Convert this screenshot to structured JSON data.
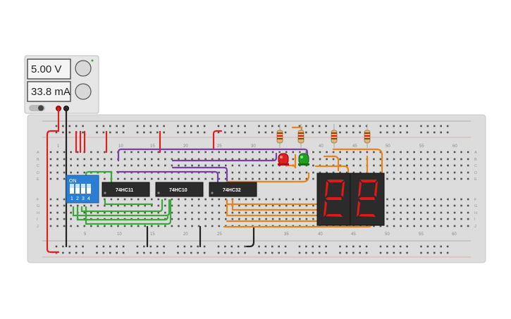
{
  "power_supply": {
    "voltage_display": "5.00 V",
    "current_display": "33.8 mA"
  },
  "chips": [
    {
      "label": "74HC11"
    },
    {
      "label": "74HC10"
    },
    {
      "label": "74HC32"
    }
  ],
  "dip_switch": {
    "on_label": "ON",
    "switch_numbers": [
      "1",
      "2",
      "3",
      "4"
    ]
  },
  "breadboard": {
    "top_column_numbers": [
      "1",
      "10",
      "15",
      "20",
      "25",
      "30",
      "40",
      "45",
      "50",
      "55",
      "60"
    ],
    "bottom_column_numbers": [
      "5",
      "10",
      "15",
      "20",
      "25",
      "35",
      "40",
      "45",
      "50",
      "55",
      "60"
    ],
    "rows_top": [
      "A",
      "B",
      "C",
      "D",
      "E"
    ],
    "rows_bottom": [
      "F",
      "G",
      "H",
      "I",
      "J"
    ]
  },
  "leds": [
    {
      "color": "#e02020",
      "name": "red-led"
    },
    {
      "color": "#20a020",
      "name": "green-led"
    }
  ],
  "seven_segment": {
    "digit_color": "#e01818",
    "off_color": "#5a1010"
  },
  "wire_colors": {
    "power": "#e02020",
    "ground": "#222222",
    "green": "#3aa83a",
    "purple": "#7a3fa8",
    "orange": "#e8841a"
  }
}
